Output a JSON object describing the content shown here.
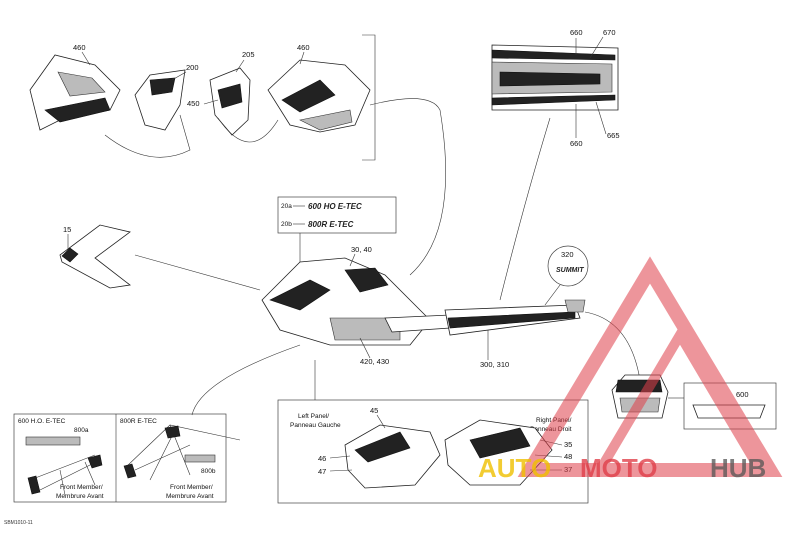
{
  "callouts": {
    "c460a": "460",
    "c200": "200",
    "c205": "205",
    "c460b": "460",
    "c450": "450",
    "c660a": "660",
    "c670": "670",
    "c665": "665",
    "c660b": "660",
    "c15": "15",
    "c20a": "20a",
    "c20b": "20b",
    "c3040": "30, 40",
    "c420430": "420, 430",
    "c300310": "300, 310",
    "c320": "320",
    "c600": "600",
    "c800a": "800a",
    "c800b": "800b",
    "c45": "45",
    "c46": "46",
    "c47": "47",
    "c35": "35",
    "c48": "48",
    "c37": "37"
  },
  "decals": {
    "d20a": "600 HO E-TEC",
    "d20b": "800R E-TEC",
    "d320": "SUMMIT"
  },
  "panels": {
    "engine_600": "600 H.O. E-TEC",
    "engine_800": "800R E-TEC",
    "front_member_1": "Front Member/",
    "front_member_1b": "Membrure Avant",
    "front_member_2": "Front Member/",
    "front_member_2b": "Membrure Avant",
    "left_panel": "Left Panel/",
    "left_panel_fr": "Panneau Gauche",
    "right_panel": "Right Panel/",
    "right_panel_fr": "Panneau Droit"
  },
  "footer": {
    "code": "SBM1010-11"
  },
  "watermark": {
    "brand_a": "AUTO",
    "brand_b": "MOTO",
    "brand_c": "HUB"
  },
  "colors": {
    "watermark_red": "#e0404a",
    "watermark_gold": "#f0c000",
    "line": "#333333"
  }
}
